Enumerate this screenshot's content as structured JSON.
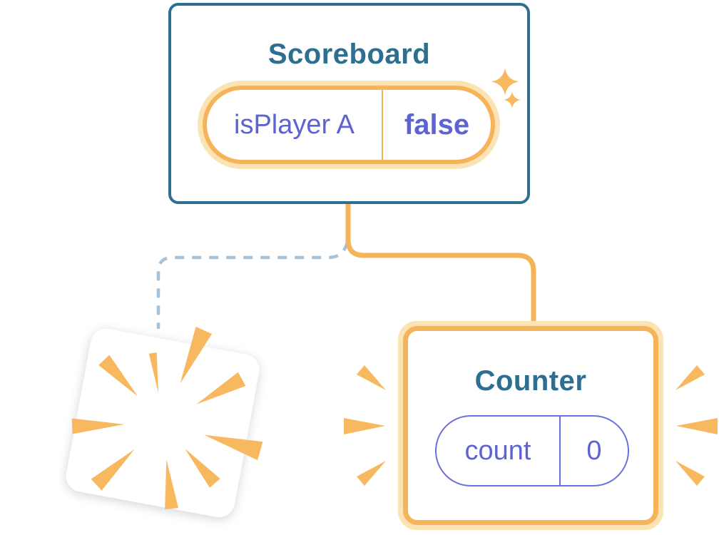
{
  "scoreboard": {
    "title": "Scoreboard",
    "state": {
      "name": "isPlayer A",
      "value": "false"
    }
  },
  "counter": {
    "title": "Counter",
    "state": {
      "name": "count",
      "value": "0"
    }
  },
  "icons": {
    "sparkles": "sparkles-icon",
    "poof_burst": "poof-burst-icon",
    "emphasis_burst": "emphasis-burst-icon"
  },
  "colors": {
    "teal": "#2E6E91",
    "orange": "#F6B45A",
    "orange-glow": "#FCE3B3",
    "orange-bright": "#F7B85F",
    "purple": "#5E63D4",
    "purple-border": "#6B70DC",
    "dash-blue": "#A6C3D9",
    "card-bg": "#FFFFFF"
  }
}
